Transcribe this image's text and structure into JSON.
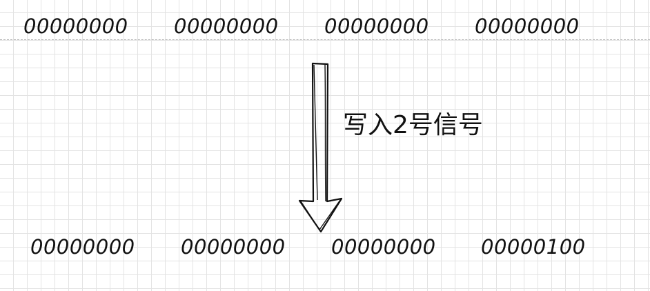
{
  "register_before": {
    "bytes": [
      "00000000",
      "00000000",
      "00000000",
      "00000000"
    ]
  },
  "register_after": {
    "bytes": [
      "00000000",
      "00000000",
      "00000000",
      "00000100"
    ]
  },
  "operation_label": "写入2号信号",
  "colors": {
    "ink": "#111111",
    "grid_line": "#e3e3e3",
    "divider": "#b8b8b8",
    "background": "#ffffff"
  }
}
